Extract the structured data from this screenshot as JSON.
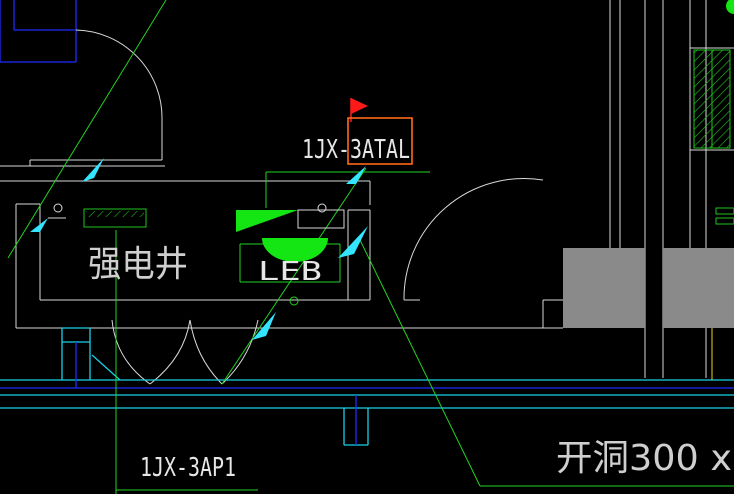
{
  "labels": {
    "panel_top": "1JX-3ATAL",
    "room": "强电井",
    "leb": "LEB",
    "panel_bottom": "1JX-3AP1",
    "opening_note": "开洞300 x"
  },
  "colors": {
    "background": "#000000",
    "wall": "#d9d9d9",
    "axis": "#1f2cff",
    "duct": "#19d1e6",
    "leader": "#22d322",
    "equipment": "#14e614",
    "arrow": "#33e5ff",
    "flag": "#ff1a1a",
    "highlight_box": "#ff6a1a",
    "column_fill": "#8a8a8a",
    "hatch": "#1fc21f"
  },
  "icons": {
    "flag": "flag-marker-icon",
    "arrow": "leader-arrow-icon",
    "leb_symbol": "equipotential-bonding-symbol",
    "door": "door-swing-icon"
  }
}
